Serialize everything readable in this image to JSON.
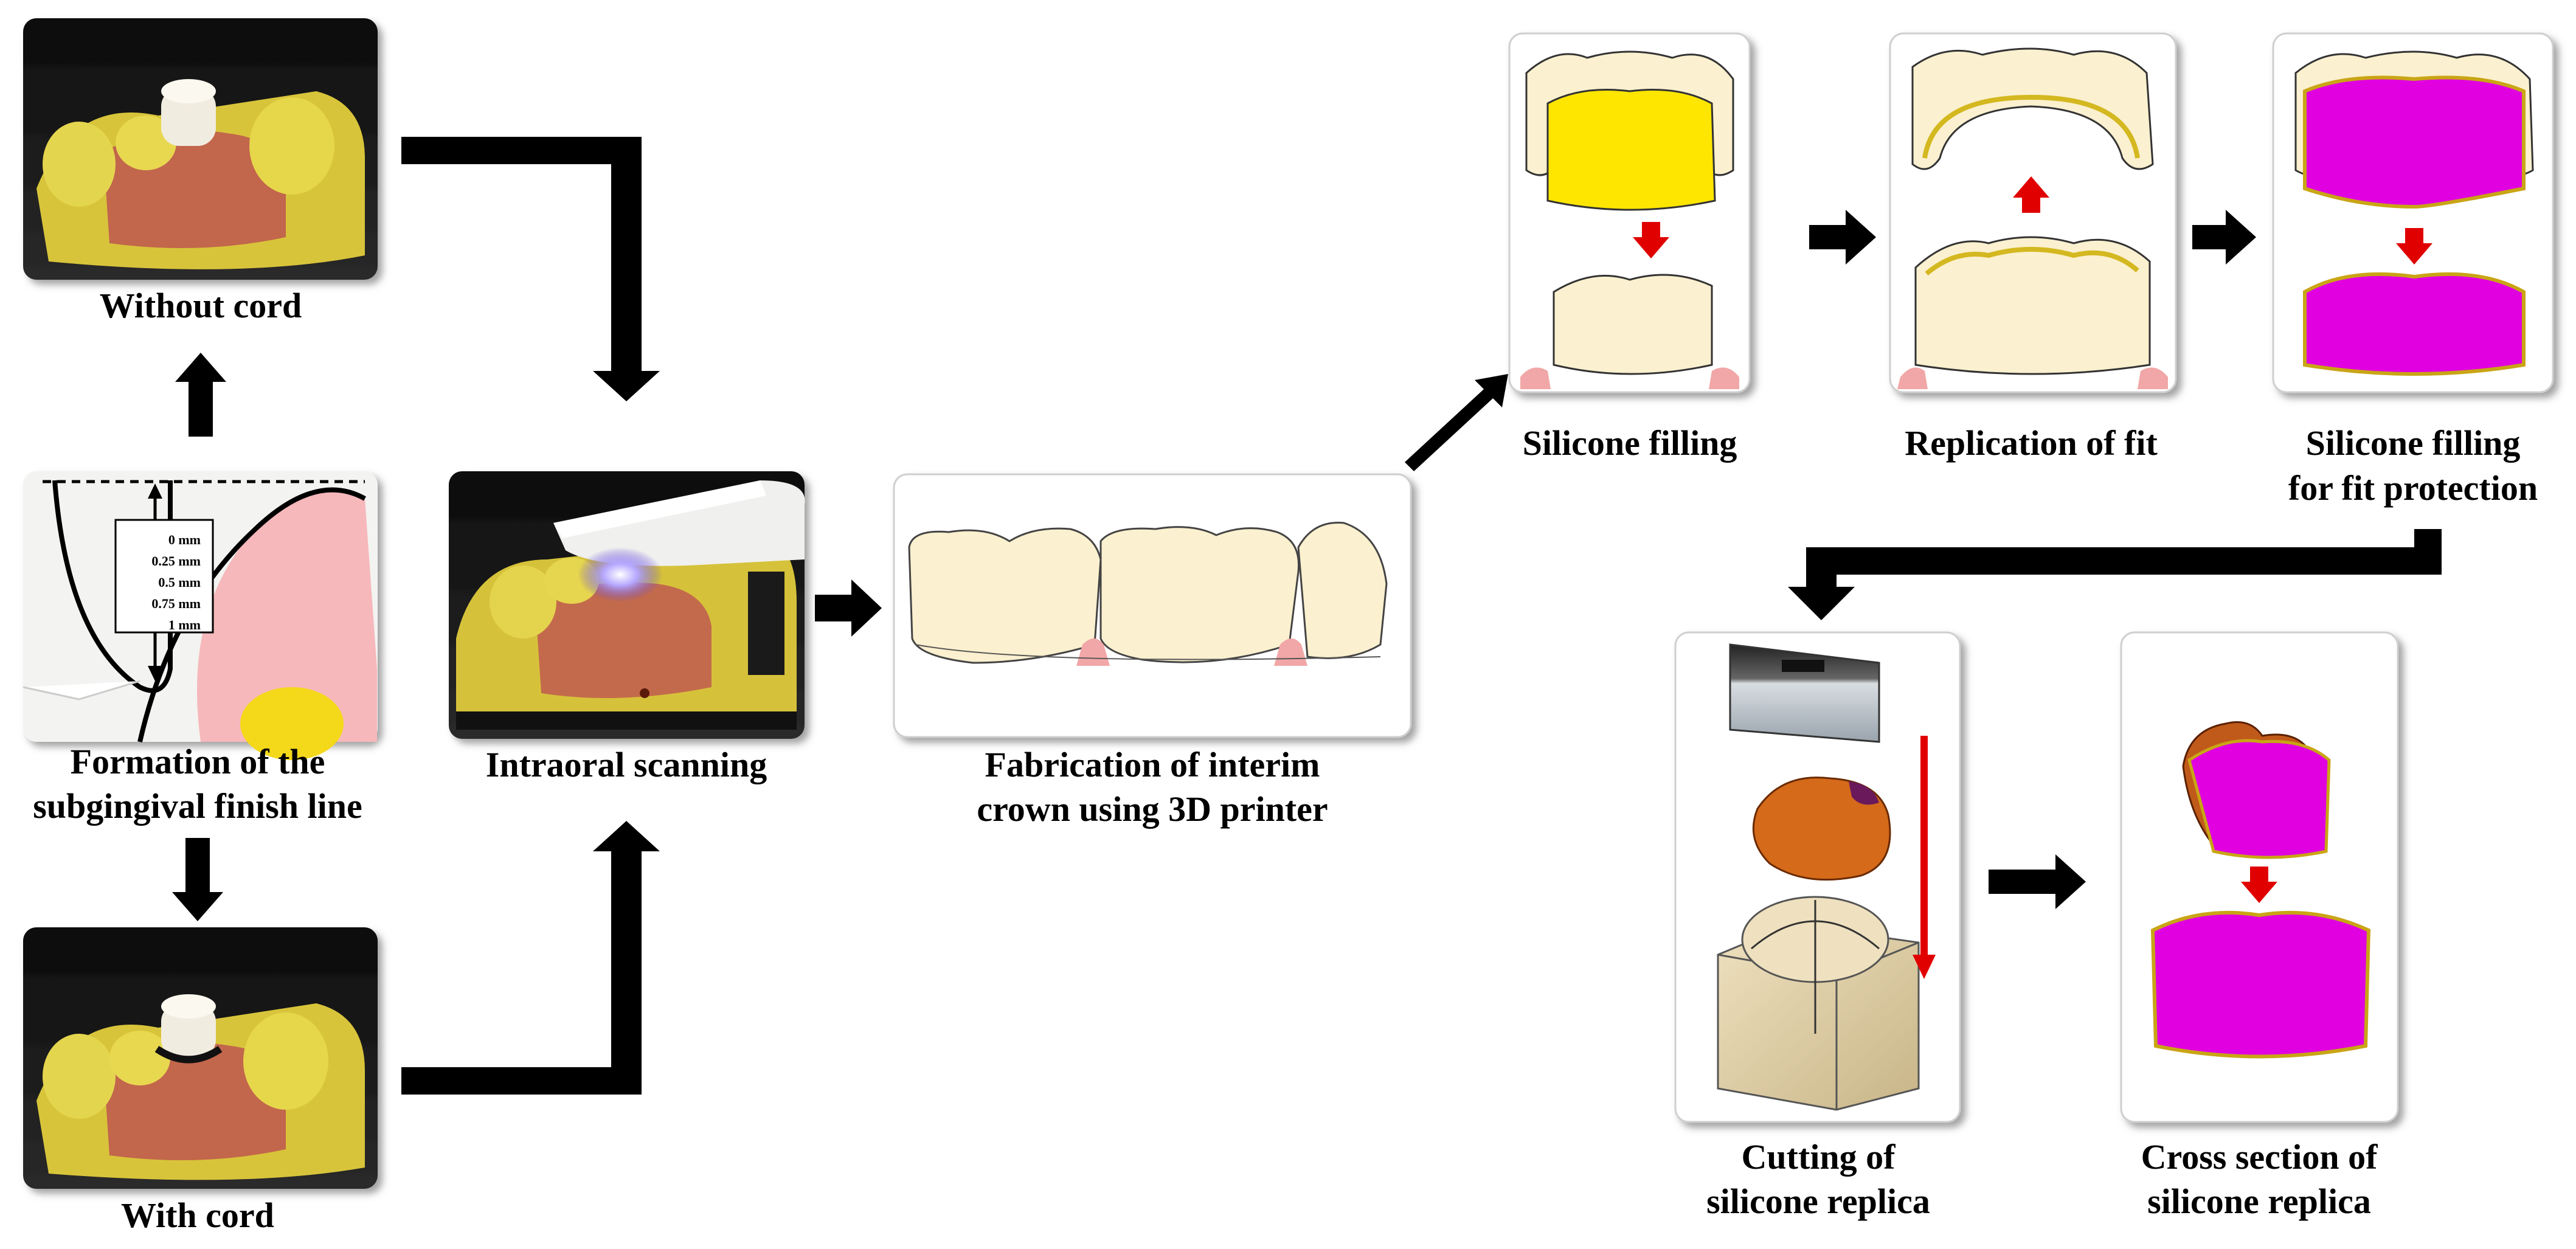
{
  "steps": {
    "without_cord": "Without cord",
    "formation_line1": "Formation of the",
    "formation_line2": "subgingival finish line",
    "with_cord": "With cord",
    "intraoral": "Intraoral scanning",
    "fabrication_line1": "Fabrication of interim",
    "fabrication_line2": "crown using 3D printer",
    "silicone_filling": "Silicone filling",
    "replication": "Replication of fit",
    "protection_line1": "Silicone filling",
    "protection_line2": "for fit protection",
    "cutting_line1": "Cutting of",
    "cutting_line2": "silicone replica",
    "cross_line1": "Cross section of",
    "cross_line2": "silicone replica"
  },
  "depths": [
    "0 mm",
    "0.25 mm",
    "0.5 mm",
    "0.75 mm",
    "1 mm"
  ],
  "colors": {
    "silicone_yellow": "#ffe600",
    "silicone_magenta": "#e000e0",
    "crown": "#fbf0cf",
    "gingiva": "#f1a7a7",
    "arrow": "#000000",
    "direction_arrow": "#e00000"
  }
}
